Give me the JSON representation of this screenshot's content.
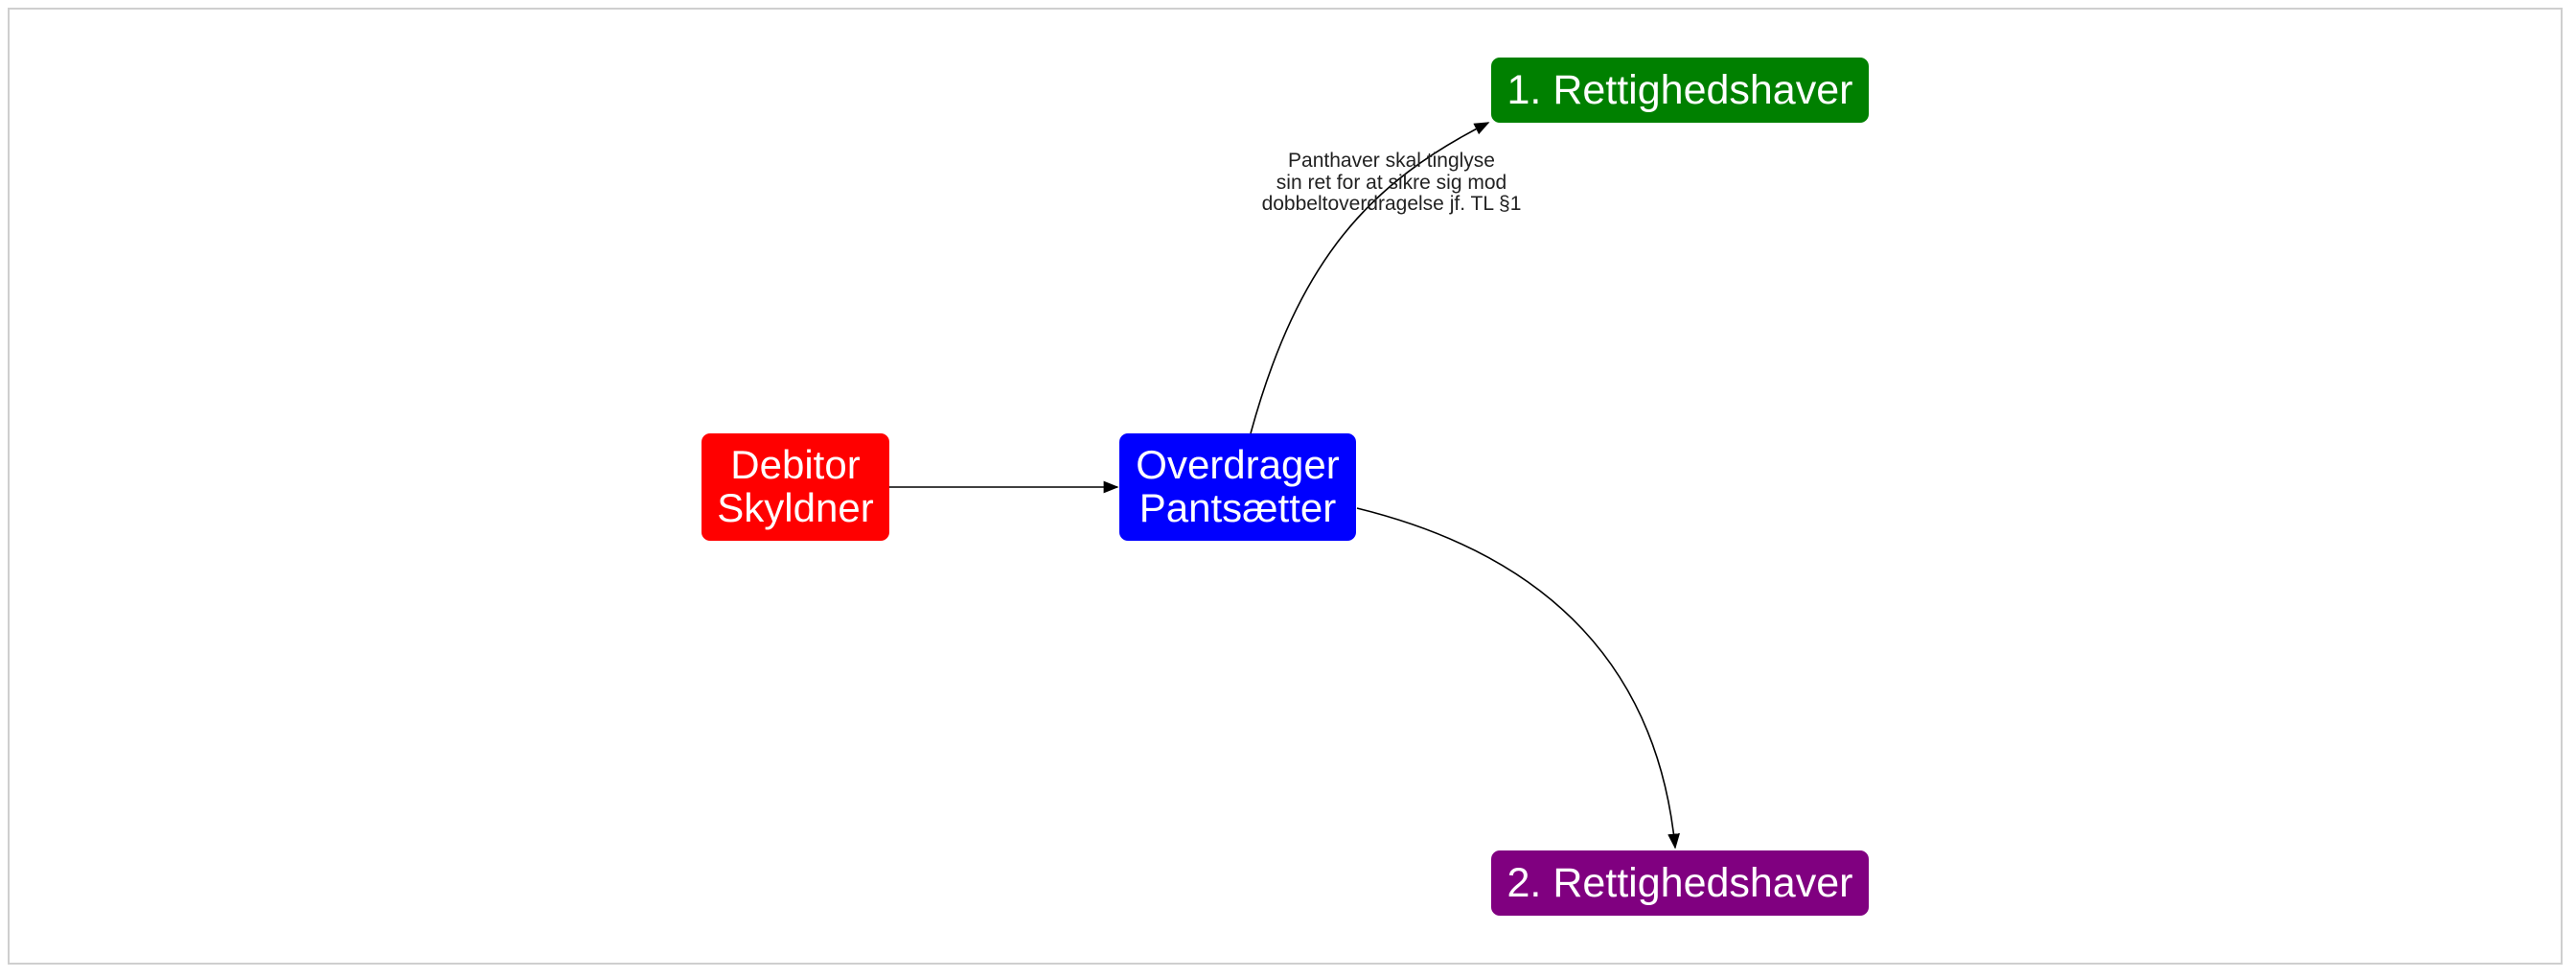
{
  "diagram": {
    "nodes": {
      "debitor": {
        "lines": [
          "Debitor",
          "Skyldner"
        ],
        "color": "#ff0000"
      },
      "overdrager": {
        "lines": [
          "Overdrager",
          "Pantsætter"
        ],
        "color": "#0000ff"
      },
      "rettighedshaver_1": {
        "lines": [
          "1. Rettighedshaver"
        ],
        "color": "#008000"
      },
      "rettighedshaver_2": {
        "lines": [
          "2. Rettighedshaver"
        ],
        "color": "#800080"
      }
    },
    "edges": [
      {
        "from": "debitor",
        "to": "overdrager",
        "label_lines": []
      },
      {
        "from": "overdrager",
        "to": "rettighedshaver_1",
        "label_lines": [
          "Panthaver skal tinglyse",
          "sin ret for at sikre sig mod",
          "dobbeltoverdragelse jf. TL §1"
        ]
      },
      {
        "from": "overdrager",
        "to": "rettighedshaver_2",
        "label_lines": []
      }
    ],
    "edge_color": "#000000",
    "frame_color": "#cfcfcf"
  }
}
